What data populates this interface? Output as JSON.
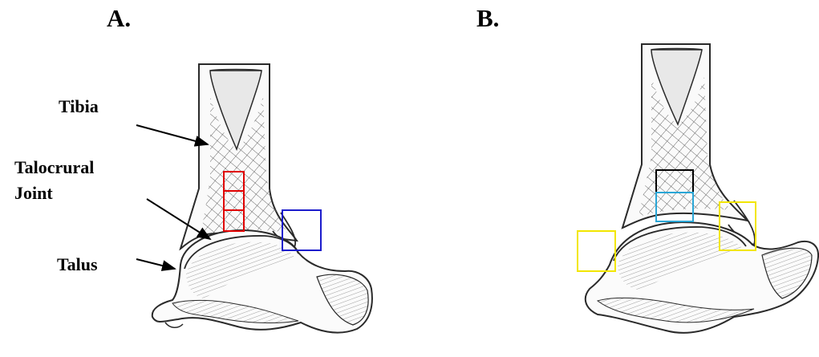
{
  "panels": [
    {
      "label": "A."
    },
    {
      "label": "B."
    }
  ],
  "annotations": {
    "tibia": "Tibia",
    "talocrural_line1": "Talocrural",
    "talocrural_line2": "Joint",
    "talus": "Talus"
  },
  "colors": {
    "roi_red": "#e00000",
    "roi_blue": "#1c1ccc",
    "roi_black": "#000000",
    "roi_cyan": "#2aa6d6",
    "roi_yellow": "#f2e600",
    "bone_outline": "#2a2a2a"
  }
}
